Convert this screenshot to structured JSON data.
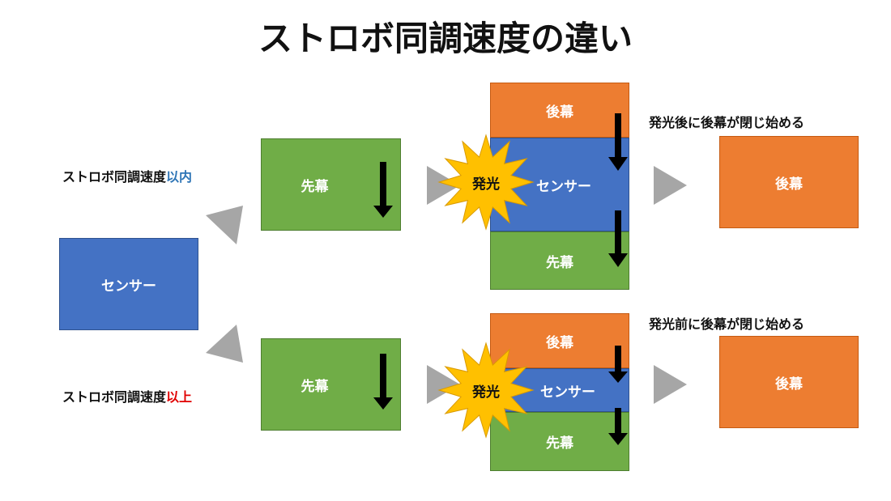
{
  "title": "ストロボ同調速度の違い",
  "left": {
    "sensor_label": "センサー"
  },
  "branches": {
    "top": {
      "caption_prefix": "ストロボ同調速度",
      "caption_highlight": "以内",
      "highlight_color": "#2e75b6",
      "first_curtain_label": "先幕",
      "stack": {
        "rear_curtain_label": "後幕",
        "sensor_label": "センサー",
        "first_curtain_label": "先幕"
      },
      "flash_label": "発光",
      "note": "発光後に後幕が閉じ始める",
      "result_label": "後幕"
    },
    "bottom": {
      "caption_prefix": "ストロボ同調速度",
      "caption_highlight": "以上",
      "highlight_color": "#e00000",
      "first_curtain_label": "先幕",
      "stack": {
        "rear_curtain_label": "後幕",
        "sensor_label": "センサー",
        "first_curtain_label": "先幕"
      },
      "flash_label": "発光",
      "note": "発光前に後幕が閉じ始める",
      "result_label": "後幕"
    }
  },
  "colors": {
    "green": "#70ad47",
    "blue": "#4472c4",
    "orange": "#ed7d31",
    "flash": "#ffc000",
    "arrow_gray": "#a6a6a6"
  }
}
